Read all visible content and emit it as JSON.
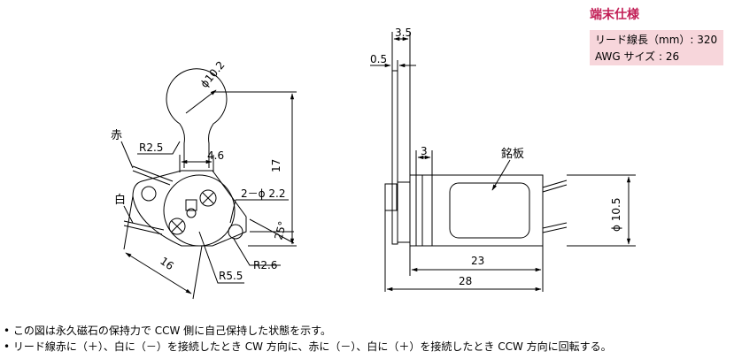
{
  "spec": {
    "title": "端末仕様",
    "lines": [
      "リード線長（mm）: 320",
      "AWG サイズ : 26"
    ]
  },
  "front_view": {
    "diameter_top": "ϕ10.2",
    "lead_red": "赤",
    "lead_white": "白",
    "radius_neck": "R2.5",
    "width_neck": "4.6",
    "height": "17",
    "holes": "2－ϕ 2.2",
    "angle": "25°",
    "flange_length": "16",
    "radius_hub": "R5.5",
    "radius_ear": "R2.6"
  },
  "side_view": {
    "dim_3_5": "3.5",
    "dim_0_5": "0.5",
    "dim_3": "3",
    "label_plate": "銘板",
    "diameter": "ϕ 10.5",
    "dim_23": "23",
    "dim_28": "28"
  },
  "notes": [
    "• この図は永久磁石の保持力で CCW 側に自己保持した状態を示す。",
    "• リード線赤に（＋）、白に（－）を接続したとき CW 方向に、赤に（－）、白に（＋）を接続したとき CCW 方向に回転する。"
  ]
}
